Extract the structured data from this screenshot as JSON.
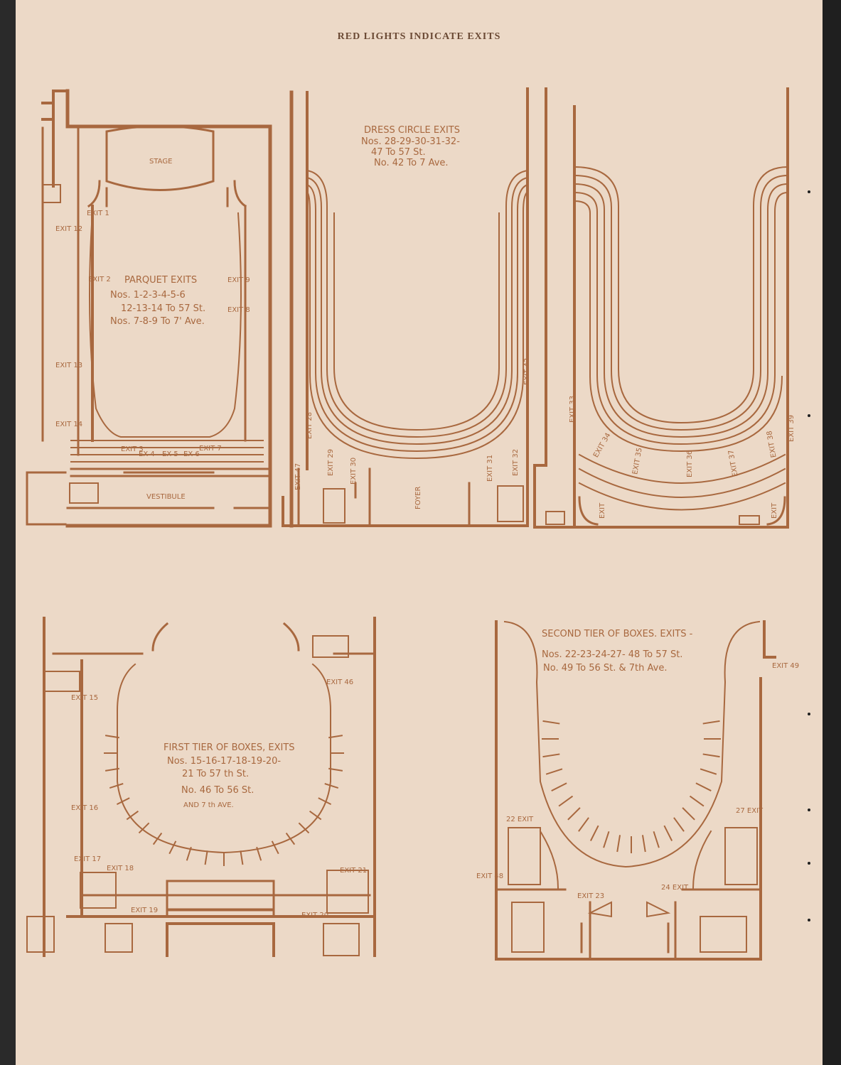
{
  "header": {
    "title": "RED LIGHTS INDICATE EXITS"
  },
  "parquet": {
    "stage": "STAGE",
    "vestibule": "VESTIBULE",
    "heading": "PARQUET EXITS",
    "lines": [
      "Nos. 1-2-3-4-5-6",
      "12-13-14 To 57 St.",
      "Nos. 7-8-9 To 7' Ave."
    ],
    "exits": {
      "e1": "EXIT 1",
      "e2": "EXIT 2",
      "e3": "EXIT 3",
      "e4": "EX 4",
      "e5": "EX 5",
      "e6": "EX 6",
      "e7": "EXIT 7",
      "e8": "EXIT 8",
      "e9": "EXIT 9",
      "e12": "EXIT 12",
      "e13": "EXIT 13",
      "e14": "EXIT 14"
    }
  },
  "dress_circle": {
    "heading": "DRESS CIRCLE EXITS",
    "lines": [
      "Nos. 28-29-30-31-32-",
      "47 To 57 St.",
      "No. 42 To 7 Ave."
    ],
    "foyer": "FOYER",
    "exits": {
      "e28": "EXIT 28",
      "e29": "EXIT 29",
      "e30": "EXIT 30",
      "e31": "EXIT 31",
      "e32": "EXIT 32",
      "e42": "EXIT 42",
      "e47": "EXIT 47"
    }
  },
  "balcony": {
    "exits": {
      "e33": "EXIT 33",
      "e34": "EXIT 34",
      "e35": "EXIT 35",
      "e36": "EXIT 36",
      "e37": "EXIT 37",
      "e38": "EXIT 38",
      "e39": "EXIT 39",
      "el": "EXIT",
      "er": "EXIT"
    }
  },
  "first_tier": {
    "heading": "FIRST TIER OF BOXES, EXITS",
    "lines": [
      "Nos. 15-16-17-18-19-20-",
      "21 To 57 th St.",
      "No. 46 To 56 St.",
      "AND 7 th AVE."
    ],
    "exits": {
      "e15": "EXIT 15",
      "e16": "EXIT 16",
      "e17": "EXIT 17",
      "e18": "EXIT 18",
      "e19": "EXIT 19",
      "e20": "EXIT 20",
      "e21": "EXIT 21",
      "e46": "EXIT 46"
    }
  },
  "second_tier": {
    "heading": "SECOND TIER OF BOXES. EXITS -",
    "lines": [
      "Nos. 22-23-24-27- 48 To 57 St.",
      "No. 49 To 56 St. & 7th Ave."
    ],
    "exits": {
      "e22": "22 EXIT",
      "e23": "EXIT 23",
      "e24": "24 EXIT",
      "e27": "27 EXIT",
      "e48": "EXIT 48",
      "e49": "EXIT 49"
    }
  }
}
